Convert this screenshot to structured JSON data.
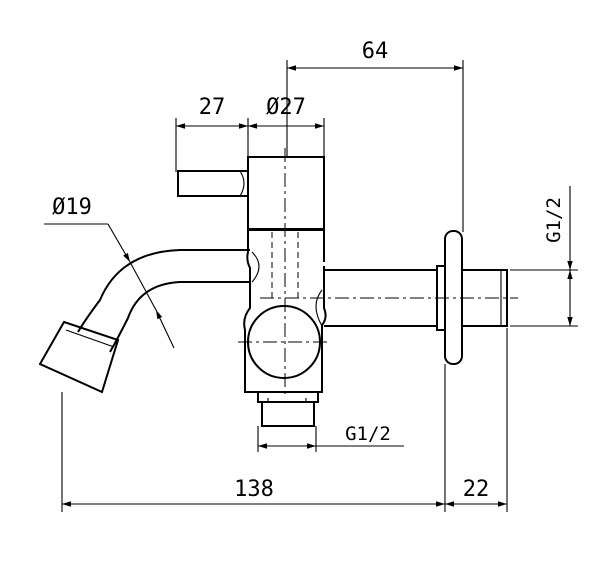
{
  "drawing": {
    "dimensions": {
      "total_height_right": "64",
      "handle_length": "27",
      "body_diameter": "Ø27",
      "spout_diameter": "Ø19",
      "thread_right": "G1/2",
      "thread_bottom": "G1/2",
      "total_length": "138",
      "thread_length": "22"
    }
  }
}
